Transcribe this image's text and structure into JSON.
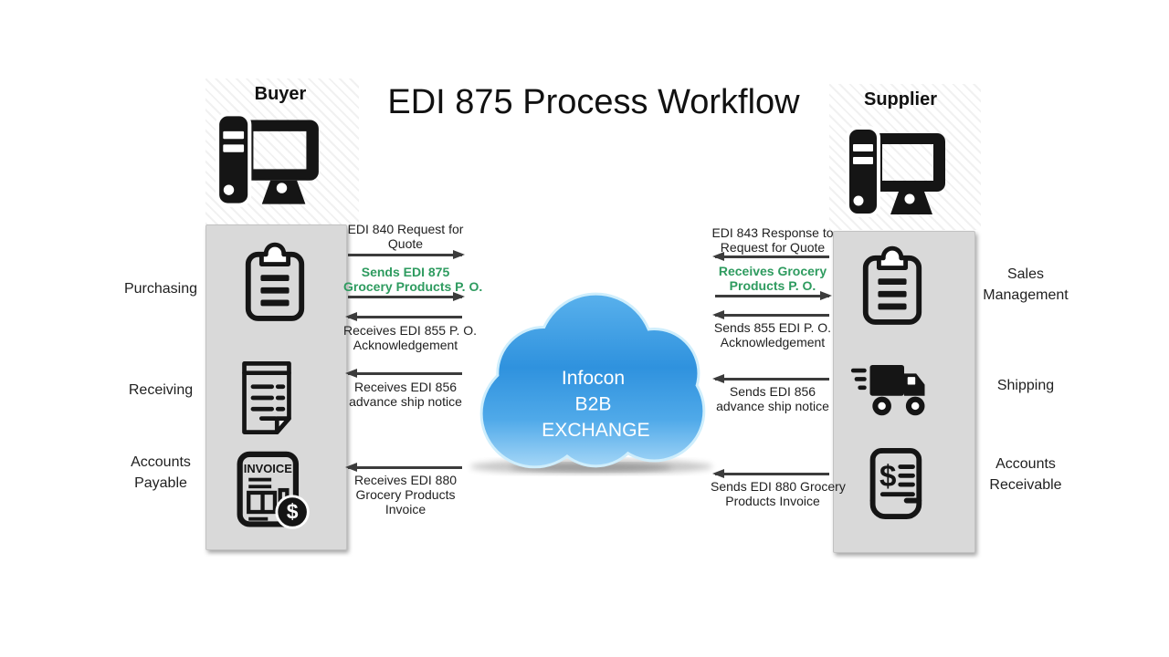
{
  "title": "EDI 875 Process Workflow",
  "buyer": {
    "label": "Buyer",
    "icon": "computer-workstation-icon",
    "departments": [
      {
        "name": "Purchasing",
        "icon": "clipboard-icon"
      },
      {
        "name": "Receiving",
        "icon": "receipt-document-icon"
      },
      {
        "name": "Accounts Payable",
        "icon": "invoice-icon",
        "icon_text": "INVOICE",
        "icon_symbol": "$"
      }
    ]
  },
  "supplier": {
    "label": "Supplier",
    "icon": "computer-workstation-icon",
    "departments": [
      {
        "name": "Sales Management",
        "icon": "clipboard-icon"
      },
      {
        "name": "Shipping",
        "icon": "delivery-truck-icon"
      },
      {
        "name": "Accounts Receivable",
        "icon": "billing-receipt-icon",
        "icon_symbol": "$"
      }
    ]
  },
  "cloud": {
    "lines": [
      "Infocon",
      "B2B",
      "EXCHANGE"
    ],
    "text_color": "#ffffff",
    "gradient": {
      "top": "#58b0ec",
      "mid": "#2f92de",
      "lower": "#4fa9e9",
      "bottom": "#a6d7f7"
    },
    "rim": "#cfeefc"
  },
  "flows_left": [
    {
      "lines": [
        "EDI 840 Request for",
        "Quote"
      ],
      "direction": "right",
      "color": "#1f1f1f"
    },
    {
      "lines": [
        "Sends EDI 875",
        "Grocery Products P. O."
      ],
      "direction": "right",
      "color": "#2e9b5f"
    },
    {
      "lines": [
        "Receives EDI 855 P. O.",
        "Acknowledgement"
      ],
      "direction": "left",
      "color": "#1f1f1f"
    },
    {
      "lines": [
        "Receives EDI 856",
        "advance ship notice"
      ],
      "direction": "left",
      "color": "#1f1f1f"
    },
    {
      "lines": [
        "Receives EDI 880",
        "Grocery Products",
        "Invoice"
      ],
      "direction": "left",
      "color": "#1f1f1f"
    }
  ],
  "flows_right": [
    {
      "lines": [
        "EDI 843 Response to",
        "Request for Quote"
      ],
      "direction": "left",
      "color": "#1f1f1f"
    },
    {
      "lines": [
        "Receives Grocery",
        "Products P. O."
      ],
      "direction": "right",
      "color": "#2e9b5f"
    },
    {
      "lines": [
        "Sends 855 EDI P. O.",
        "Acknowledgement"
      ],
      "direction": "left",
      "color": "#1f1f1f"
    },
    {
      "lines": [
        "Sends EDI 856",
        "advance ship notice"
      ],
      "direction": "left",
      "color": "#1f1f1f"
    },
    {
      "lines": [
        "Sends EDI 880 Grocery",
        "Products Invoice"
      ],
      "direction": "left",
      "color": "#1f1f1f"
    }
  ],
  "colors": {
    "arrow": "#3c3c3c",
    "box_fill": "#d9d9d9",
    "flow_green": "#2e9b5f",
    "icon_black": "#151515"
  }
}
